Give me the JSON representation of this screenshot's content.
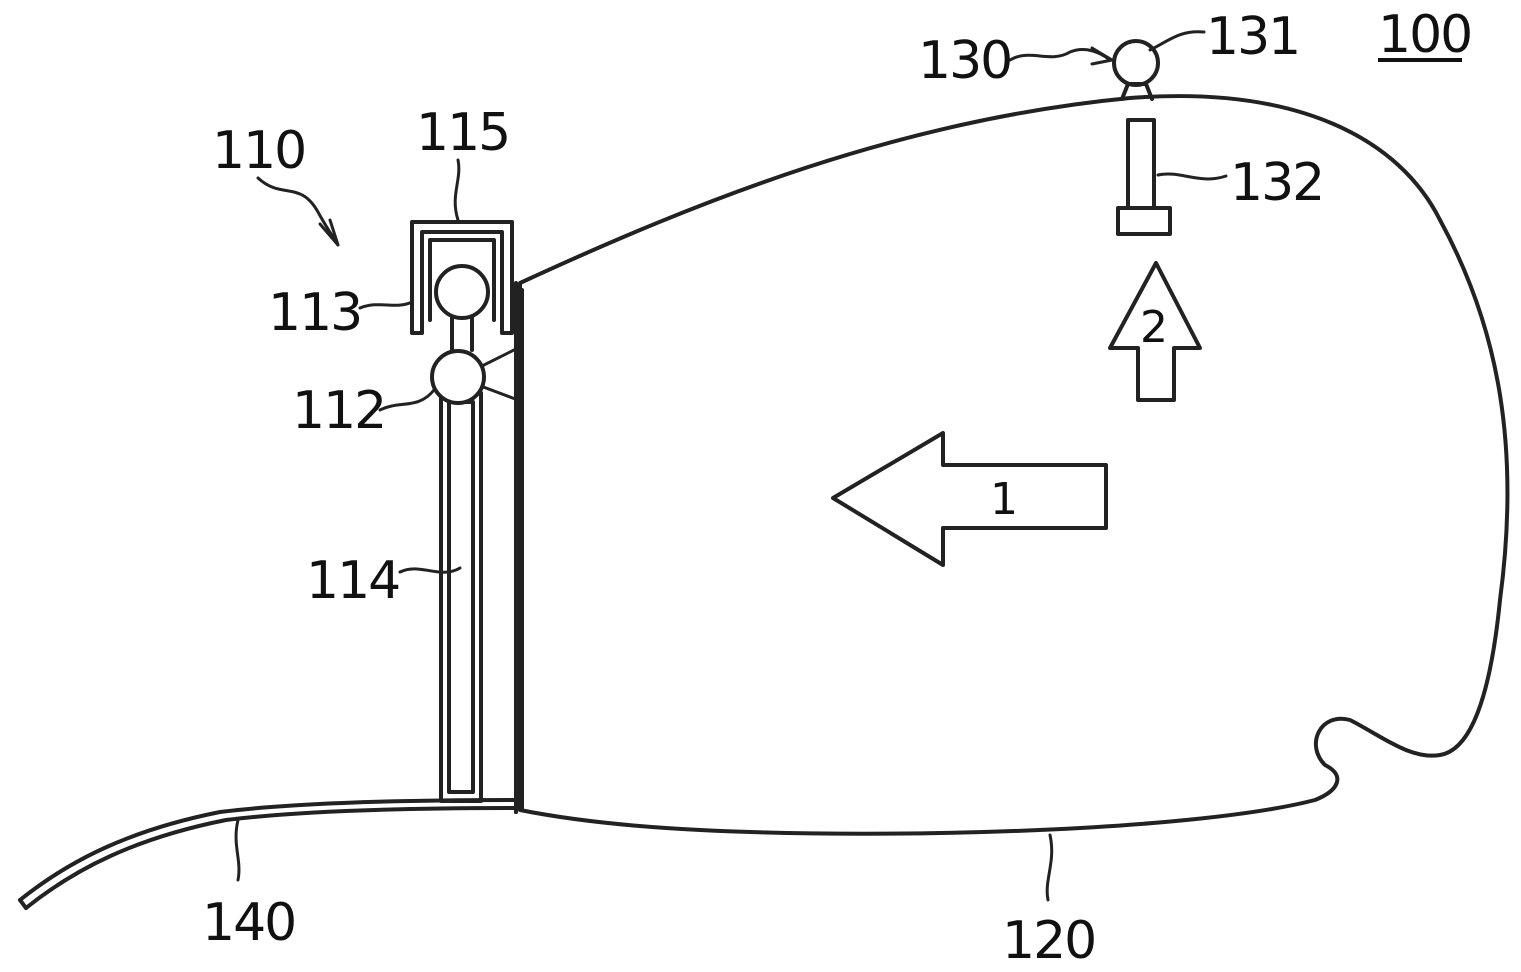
{
  "figure": {
    "ref_main": "100",
    "labels": {
      "l110": "110",
      "l115": "115",
      "l113": "113",
      "l112": "112",
      "l114": "114",
      "l140": "140",
      "l120": "120",
      "l130": "130",
      "l131": "131",
      "l132": "132"
    },
    "arrows": {
      "arrow1": "1",
      "arrow2": "2"
    }
  }
}
